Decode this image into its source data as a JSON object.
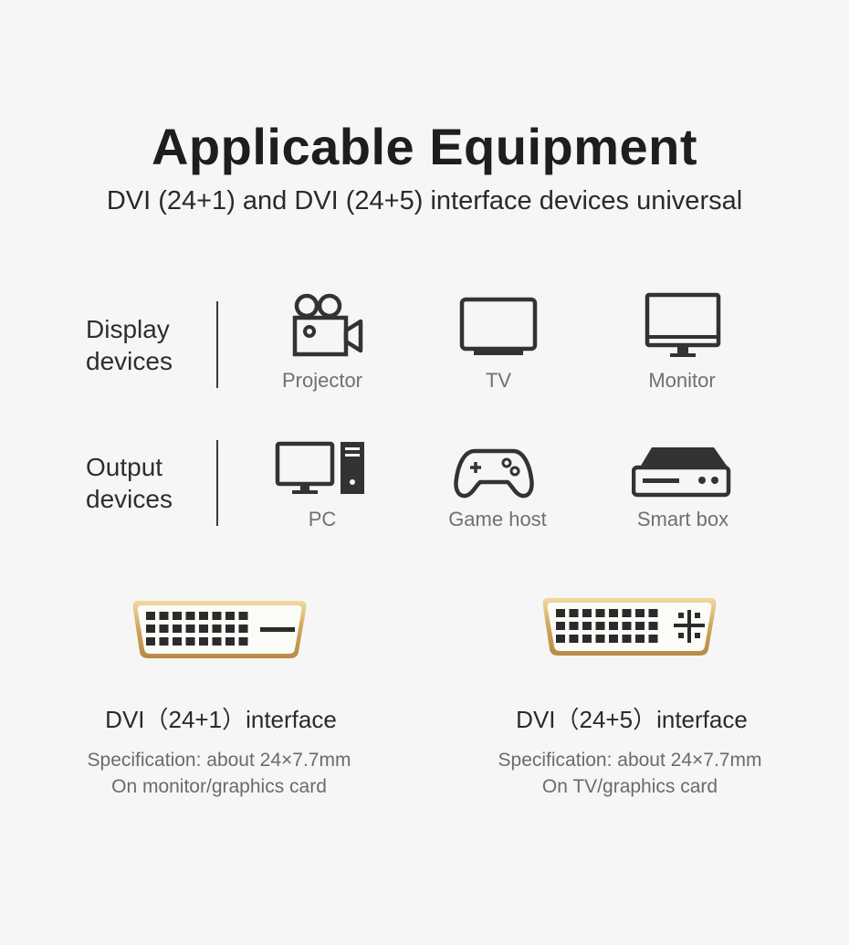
{
  "header": {
    "title": "Applicable Equipment",
    "subtitle": "DVI (24+1) and DVI (24+5) interface devices universal"
  },
  "categories": {
    "display": {
      "label_line1": "Display",
      "label_line2": "devices",
      "devices": [
        {
          "label": "Projector",
          "icon": "projector-icon"
        },
        {
          "label": "TV",
          "icon": "tv-icon"
        },
        {
          "label": "Monitor",
          "icon": "monitor-icon"
        }
      ]
    },
    "output": {
      "label_line1": "Output",
      "label_line2": "devices",
      "devices": [
        {
          "label": "PC",
          "icon": "pc-icon"
        },
        {
          "label": "Game host",
          "icon": "gamepad-icon"
        },
        {
          "label": "Smart box",
          "icon": "smart-box-icon"
        }
      ]
    }
  },
  "connectors": [
    {
      "title": "DVI（24+1）interface",
      "spec": "Specification: about 24×7.7mm",
      "usage": "On monitor/graphics card",
      "icon": "dvi-24-1-connector"
    },
    {
      "title": "DVI（24+5）interface",
      "spec": "Specification: about 24×7.7mm",
      "usage": "On TV/graphics card",
      "icon": "dvi-24-5-connector"
    }
  ],
  "colors": {
    "background": "#f6f6f6",
    "icon": "#333333",
    "connector_gold": "#d8b46a"
  }
}
